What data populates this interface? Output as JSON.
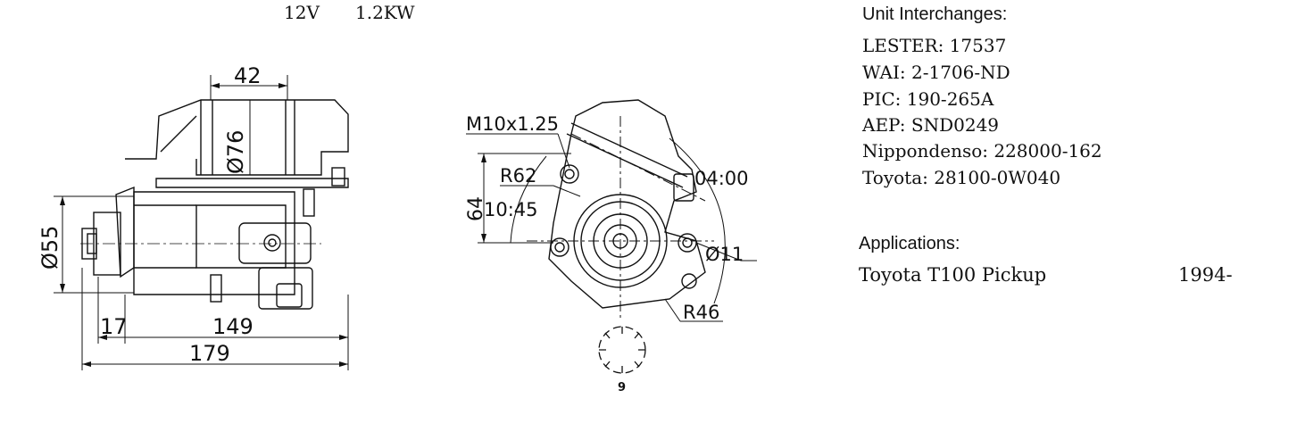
{
  "specs": {
    "voltage": "12V",
    "power": "1.2KW"
  },
  "interchanges": {
    "heading": "Unit Interchanges:",
    "items": [
      "LESTER: 17537",
      "WAI: 2-1706-ND",
      "PIC: 190-265A",
      "AEP: SND0249",
      "Nippondenso: 228000-162",
      "Toyota: 28100-0W040"
    ]
  },
  "applications": {
    "heading": "Applications:",
    "vehicle": "Toyota T100 Pickup",
    "years": "1994-"
  },
  "side_view": {
    "dim_42": "42",
    "dim_76": "Ø76",
    "dim_55": "Ø55",
    "dim_17": "17",
    "dim_149": "149",
    "dim_179": "179"
  },
  "front_view": {
    "thread": "M10x1.25",
    "r62": "R62",
    "dim_64": "64",
    "angle_1": "10:45",
    "angle_2": "04:00",
    "dim_11": "Ø11",
    "r46": "R46"
  },
  "gear": {
    "teeth": "9"
  }
}
